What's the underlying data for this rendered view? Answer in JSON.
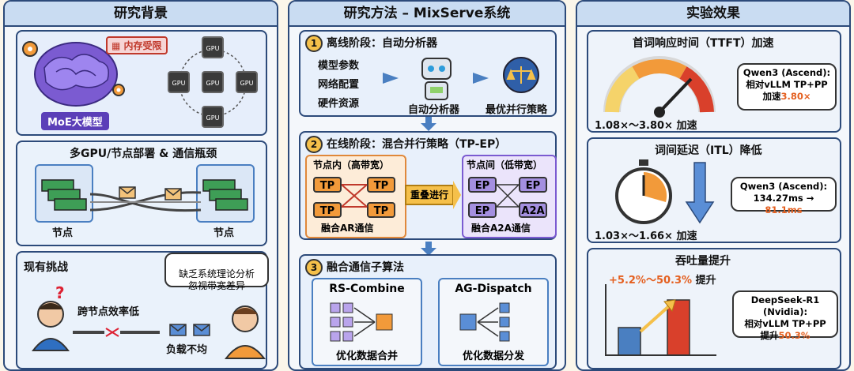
{
  "left": {
    "title": "研究背景",
    "moe": {
      "label": "MoE大模型",
      "memory_badge": "内存受限",
      "gpu": "GPU"
    },
    "deploy": {
      "title": "多GPU/节点部署 & 通信瓶颈",
      "node_left": "节点",
      "node_right": "节点"
    },
    "challenge": {
      "title": "现有挑战",
      "bubble": "缺乏系统理论分析\n忽视带宽差异",
      "cross_node": "跨节点效率低",
      "load": "负载不均"
    }
  },
  "middle": {
    "title": "研究方法 – MixServe系统",
    "step1": {
      "num": "1",
      "title": "离线阶段：自动分析器",
      "inputs": [
        "模型参数",
        "网络配置",
        "硬件资源"
      ],
      "analyzer": "自动分析器",
      "strategy": "最优并行策略"
    },
    "step2": {
      "num": "2",
      "title": "在线阶段：混合并行策略（TP-EP）",
      "intra": "节点内（高带宽）",
      "inter": "节点间（低带宽）",
      "tp": "TP",
      "ep": "EP",
      "a2a": "A2A",
      "overlap": "重叠进行",
      "ar_comm": "融合AR通信",
      "a2a_comm": "融合A2A通信"
    },
    "step3": {
      "num": "3",
      "title": "融合通信子算法",
      "rs": "RS-Combine",
      "ag": "AG-Dispatch",
      "rs_desc": "优化数据合并",
      "ag_desc": "优化数据分发"
    }
  },
  "right": {
    "title": "实验效果",
    "ttft": {
      "title": "首词响应时间（TTFT）加速",
      "range": "1.08×～3.80× 加速",
      "bubble_l1": "Qwen3 (Ascend):",
      "bubble_l2": "相对vLLM TP+PP",
      "bubble_l3a": "加速",
      "bubble_l3b": "3.80×"
    },
    "itl": {
      "title": "词间延迟（ITL）降低",
      "range": "1.03×～1.66× 加速",
      "bubble_l1": "Qwen3 (Ascend):",
      "bubble_l2a": "134.27ms →",
      "bubble_l2b": "81.1ms"
    },
    "throughput": {
      "title": "吞吐量提升",
      "gain_a": "+5.2%～50.3%",
      "gain_b": "提升",
      "bubble_l1": "DeepSeek-R1 (Nvidia):",
      "bubble_l2": "相对vLLM TP+PP",
      "bubble_l3a": "提升",
      "bubble_l3b": "50.3%",
      "bar_values": [
        0.5,
        1.0
      ]
    }
  },
  "colors": {
    "accent_orange": "#e45f1f",
    "tp": "#f29a3a",
    "ep": "#a48fe0",
    "frame": "#2c4a7a"
  },
  "icons": [
    "brain-icon",
    "gear-icon",
    "gpu-icon",
    "robot-icon",
    "scale-icon",
    "gauge-icon",
    "stopwatch-icon",
    "bar-chart-icon",
    "envelope-icon",
    "person-icon"
  ]
}
